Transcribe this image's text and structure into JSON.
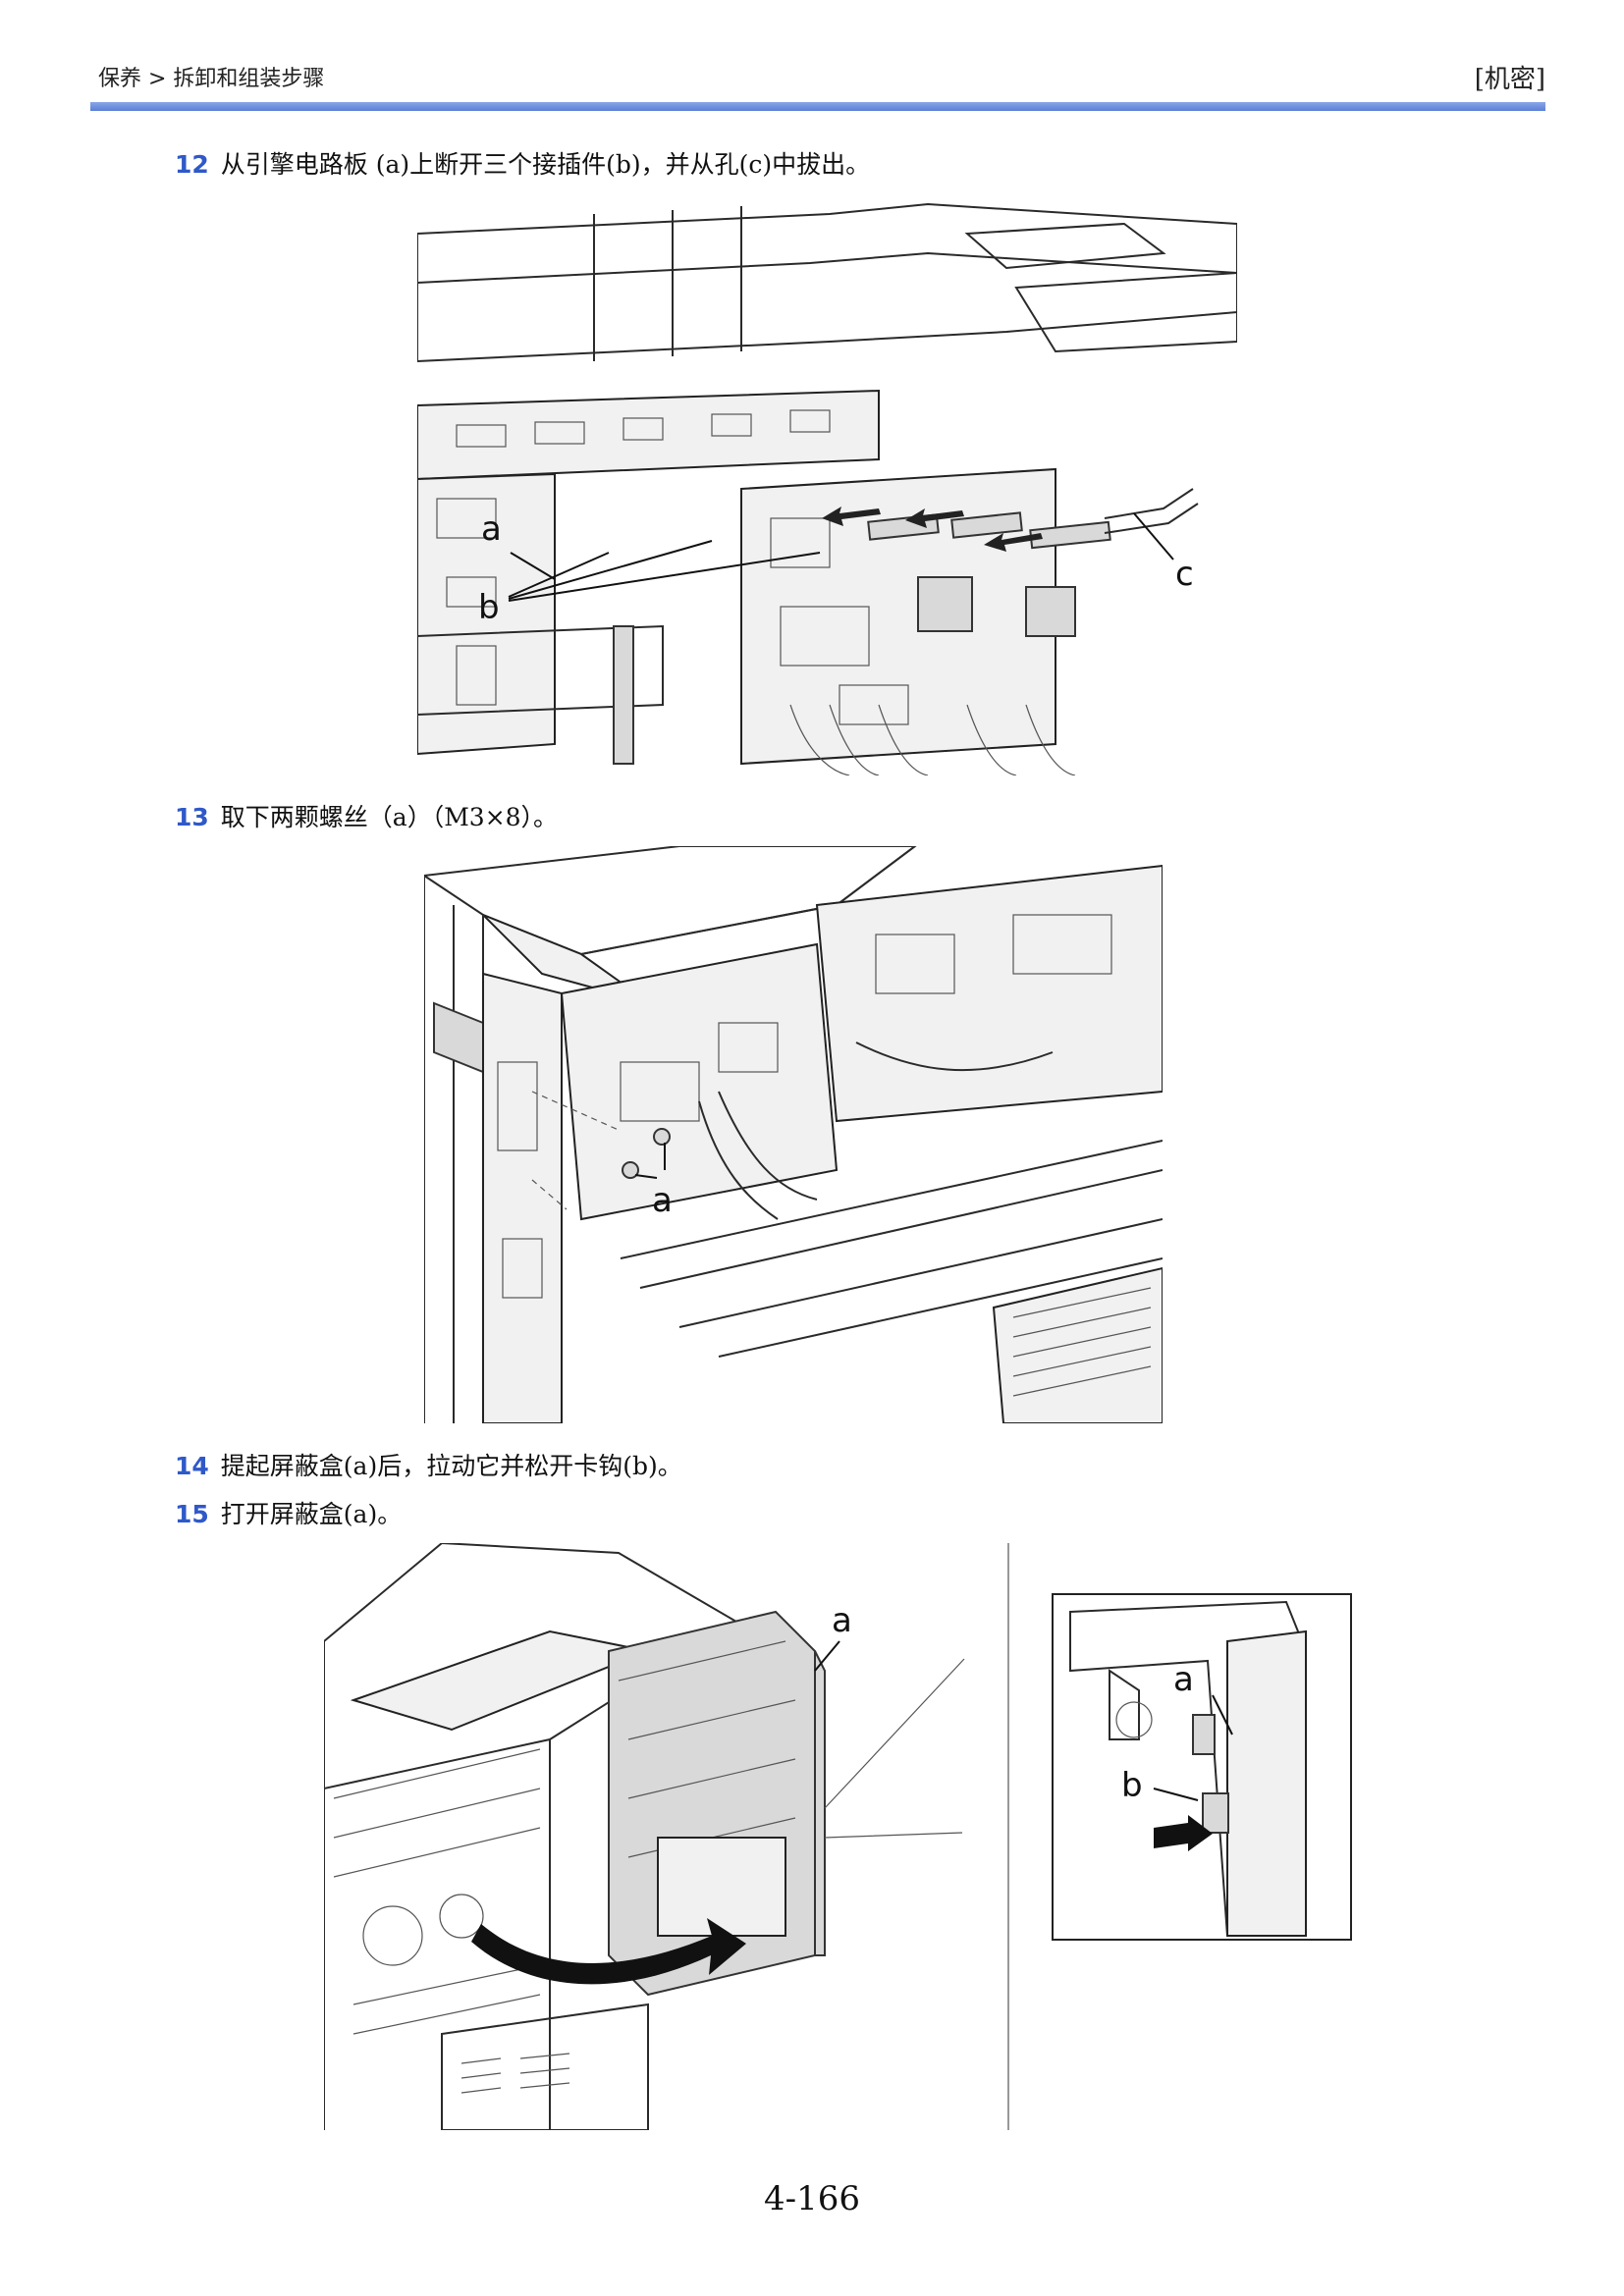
{
  "header": {
    "breadcrumb": "保养 > 拆卸和组装步骤",
    "confidential": "[机密]"
  },
  "steps": [
    {
      "number": "12",
      "text": "从引擎电路板 (a)上断开三个接插件(b)，并从孔(c)中拔出。"
    },
    {
      "number": "13",
      "text": "取下两颗螺丝（a）（M3×8）。"
    },
    {
      "number": "14",
      "text": "提起屏蔽盒(a)后，拉动它并松开卡钩(b)。"
    },
    {
      "number": "15",
      "text": "打开屏蔽盒(a)。"
    }
  ],
  "figures": {
    "fig12": {
      "labels": {
        "a": "a",
        "b": "b",
        "c": "c"
      }
    },
    "fig13": {
      "labels": {
        "a": "a"
      }
    },
    "fig15": {
      "labels": {
        "main_a": "a",
        "inset_a": "a",
        "inset_b": "b"
      }
    }
  },
  "footer": {
    "page_number": "4-166"
  },
  "colors": {
    "header_rule": "#5b7fd6",
    "step_number": "#2f59c9"
  }
}
